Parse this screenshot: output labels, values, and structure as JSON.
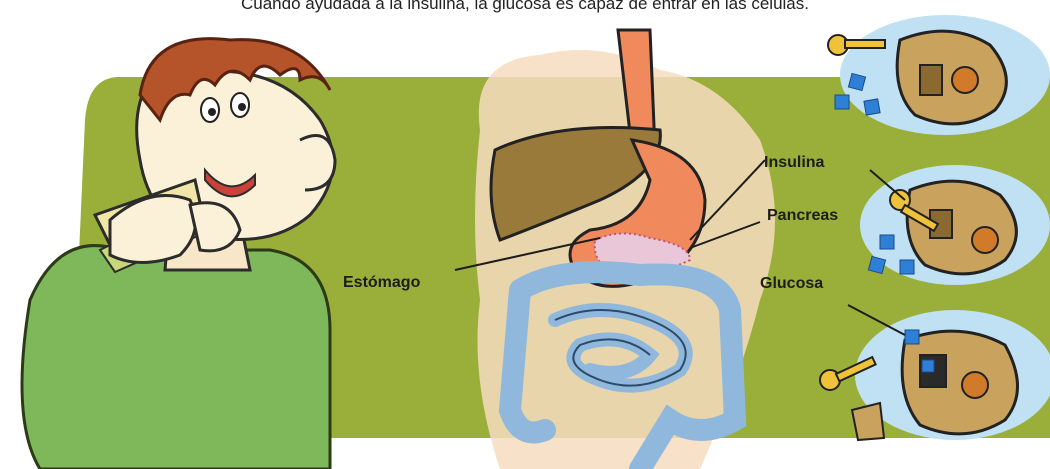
{
  "caption": "Cuando ayudada a la insulina, la glucosa es capaz de entrar en las células.",
  "labels": {
    "estomago": "Estómago",
    "insulina": "Insulina",
    "pancreas": "Pancreas",
    "glucosa": "Glucosa"
  },
  "colors": {
    "background_band": "#9aae3a",
    "stomach": "#f08a5d",
    "liver": "#9a7a3a",
    "intestine": "#8fb8dc",
    "pancreas": "#e9c7d8",
    "cell": "#c9a25d",
    "cell_glow": "#bfe1f3",
    "key": "#f0c23a",
    "glucose": "#2e7fd6",
    "shirt": "#7fb85a"
  }
}
